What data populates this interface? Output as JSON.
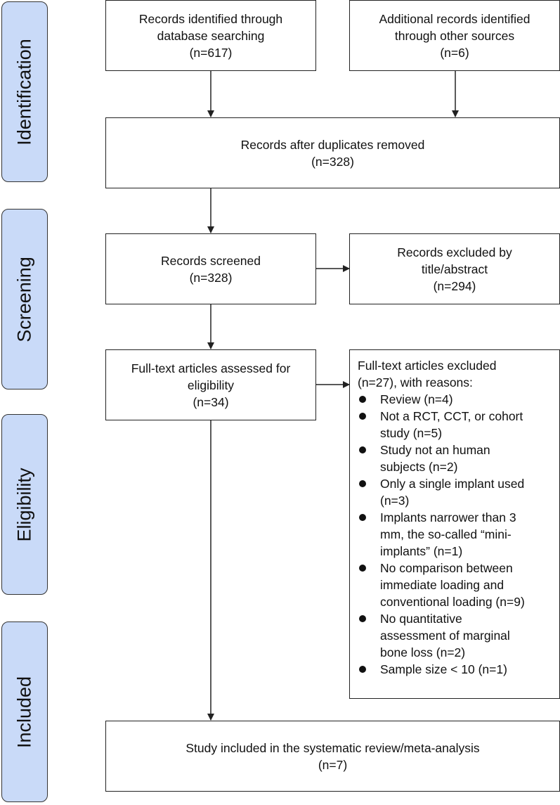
{
  "phases": {
    "identification": "Identification",
    "screening": "Screening",
    "eligibility": "Eligibility",
    "included": "Included"
  },
  "boxes": {
    "database": {
      "lines": "Records identified through\ndatabase searching\n(n=617)"
    },
    "other_sources": {
      "lines": "Additional records identified\nthrough other sources\n(n=6)"
    },
    "after_duplicates": {
      "lines": "Records after duplicates removed\n(n=328)"
    },
    "screened": {
      "lines": "Records screened\n(n=328)"
    },
    "excluded_title": {
      "lines": "Records excluded by\ntitle/abstract\n(n=294)"
    },
    "fulltext": {
      "lines": "Full-text articles assessed for\neligibility\n(n=34)"
    },
    "fulltext_excluded": {
      "heading": "Full-text articles excluded\n(n=27), with reasons:",
      "reasons": [
        "Review (n=4)",
        "Not a RCT, CCT, or cohort\nstudy (n=5)",
        "Study not an human\nsubjects (n=2)",
        "Only a single implant used\n(n=3)",
        "Implants narrower than 3\nmm, the so-called “mini-\nimplants” (n=1)",
        "No comparison between\nimmediate loading and\nconventional loading (n=9)",
        "No quantitative\nassessment of marginal\nbone loss (n=2)",
        "Sample size < 10 (n=1)"
      ]
    },
    "included": {
      "lines": "Study included in the systematic review/meta-analysis\n(n=7)"
    }
  },
  "colors": {
    "phase_fill": "#c9daf8",
    "line": "#222222"
  }
}
